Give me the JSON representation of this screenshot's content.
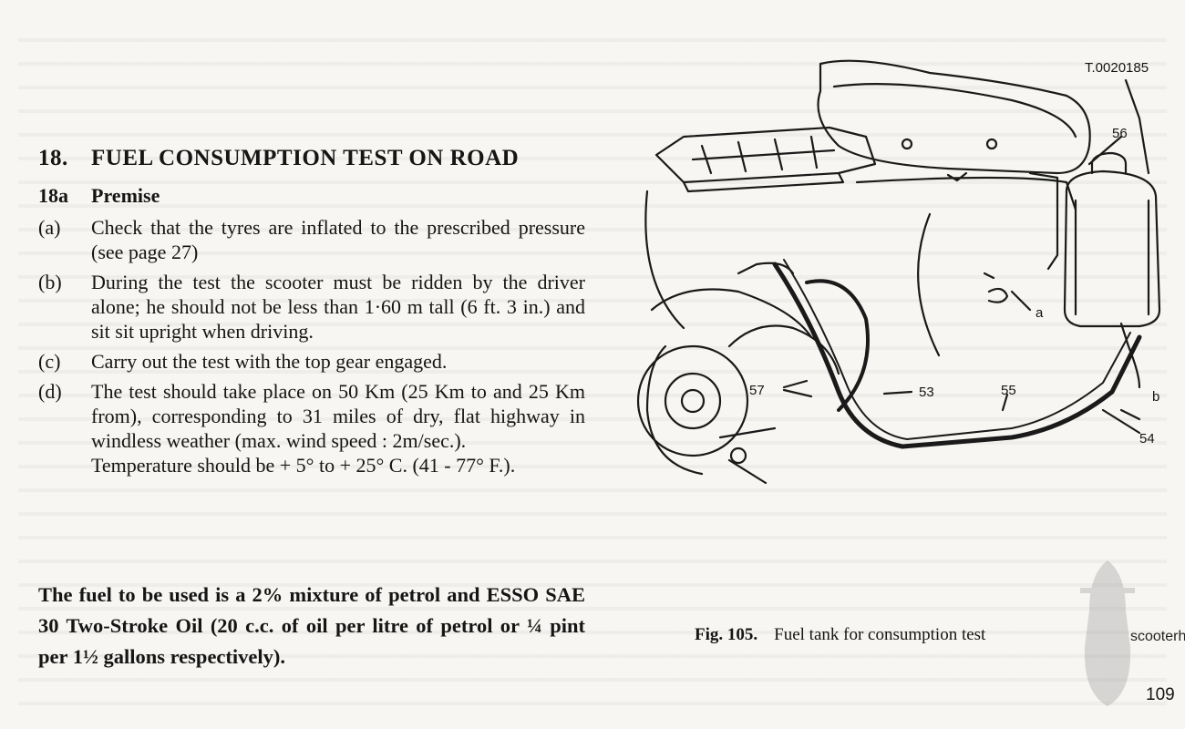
{
  "section": {
    "number": "18.",
    "title": "FUEL CONSUMPTION TEST ON ROAD"
  },
  "subsection": {
    "number": "18a",
    "title": "Premise"
  },
  "items": [
    {
      "label": "(a)",
      "text": "Check that the tyres are inflated to the prescribed pressure (see page 27)"
    },
    {
      "label": "(b)",
      "text": "During the test the scooter must be ridden by the driver alone; he should not be less than 1·60 m tall (6 ft. 3 in.) and sit sit upright when driving."
    },
    {
      "label": "(c)",
      "text": "Carry out the test with the top gear engaged."
    },
    {
      "label": "(d)",
      "text": "The test should take place on 50 Km (25 Km to and 25 Km from), corresponding to 31 miles of dry, flat highway in windless weather (max. wind speed : 2m/sec.).",
      "extra": "Temperature should be + 5° to + 25° C. (41 - 77° F.)."
    }
  ],
  "fuel_note": "The fuel to be used is a 2% mixture of petrol and ESSO SAE 30 Two-Stroke Oil (20 c.c. of oil per litre of petrol or ¼ pint per 1½ gallons respectively).",
  "figure": {
    "reference": "T.0020185",
    "callouts": [
      "56",
      "a",
      "57",
      "53",
      "55",
      "b",
      "54"
    ],
    "caption_number": "Fig. 105.",
    "caption_text": "Fuel tank for consumption test"
  },
  "watermark": "scooterhelp.com",
  "page_number": "109"
}
